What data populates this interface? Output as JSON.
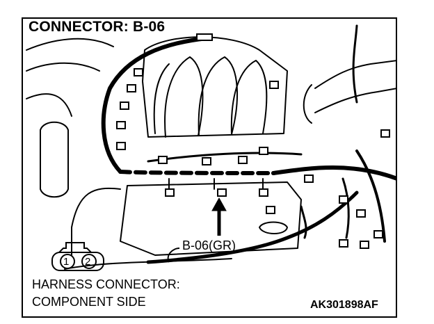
{
  "diagram": {
    "title": "CONNECTOR: B-06",
    "callout_label": "B-06(GR)",
    "connector_pins": [
      "1",
      "2"
    ],
    "caption_line_1": "HARNESS CONNECTOR:",
    "caption_line_2": "COMPONENT SIDE",
    "figure_code": "AK301898AF"
  },
  "style": {
    "ink": "#000000",
    "paper": "#ffffff"
  }
}
